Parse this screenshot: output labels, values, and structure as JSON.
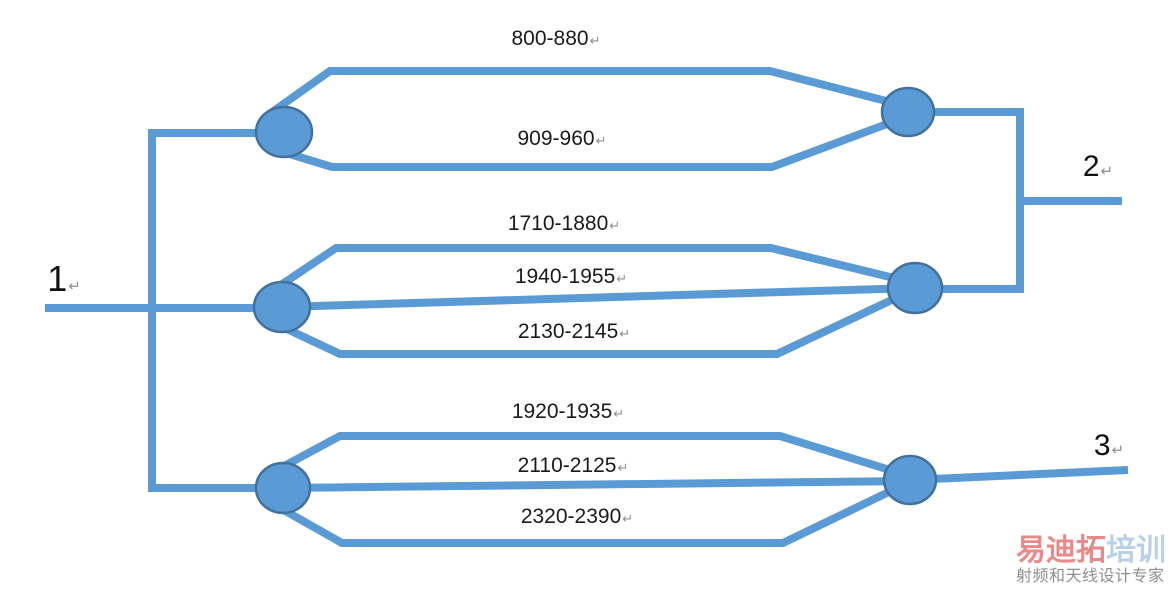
{
  "diagram": {
    "type": "rf-frequency-multiplexer-topology",
    "line_break_mark": "↵",
    "ports": [
      {
        "label": "1"
      },
      {
        "label": "2"
      },
      {
        "label": "3"
      }
    ],
    "bands": [
      {
        "label": "800-880"
      },
      {
        "label": "909-960"
      },
      {
        "label": "1710-1880"
      },
      {
        "label": "1940-1955"
      },
      {
        "label": "2130-2145"
      },
      {
        "label": "1920-1935"
      },
      {
        "label": "2110-2125"
      },
      {
        "label": "2320-2390"
      }
    ],
    "groups": [
      {
        "junction": "left-top",
        "bands": [
          "800-880",
          "909-960"
        ]
      },
      {
        "junction": "left-middle",
        "bands": [
          "1710-1880",
          "1940-1955",
          "2130-2145"
        ]
      },
      {
        "junction": "left-bottom",
        "bands": [
          "1920-1935",
          "2110-2125",
          "2320-2390"
        ]
      }
    ],
    "colors": {
      "connector": "#5B9BD5",
      "node_fill": "#5B9BD5",
      "node_border": "#41719C",
      "label_text": "#1b1b1b",
      "break_mark": "#8f8f8f"
    }
  },
  "watermark": {
    "brand_red": "易迪拓",
    "brand_blue": "培训",
    "tagline": "射频和天线设计专家",
    "colors": {
      "brand_red": "#e9898b",
      "brand_blue": "#b9d0e9",
      "tagline": "#8f8f8f"
    }
  }
}
